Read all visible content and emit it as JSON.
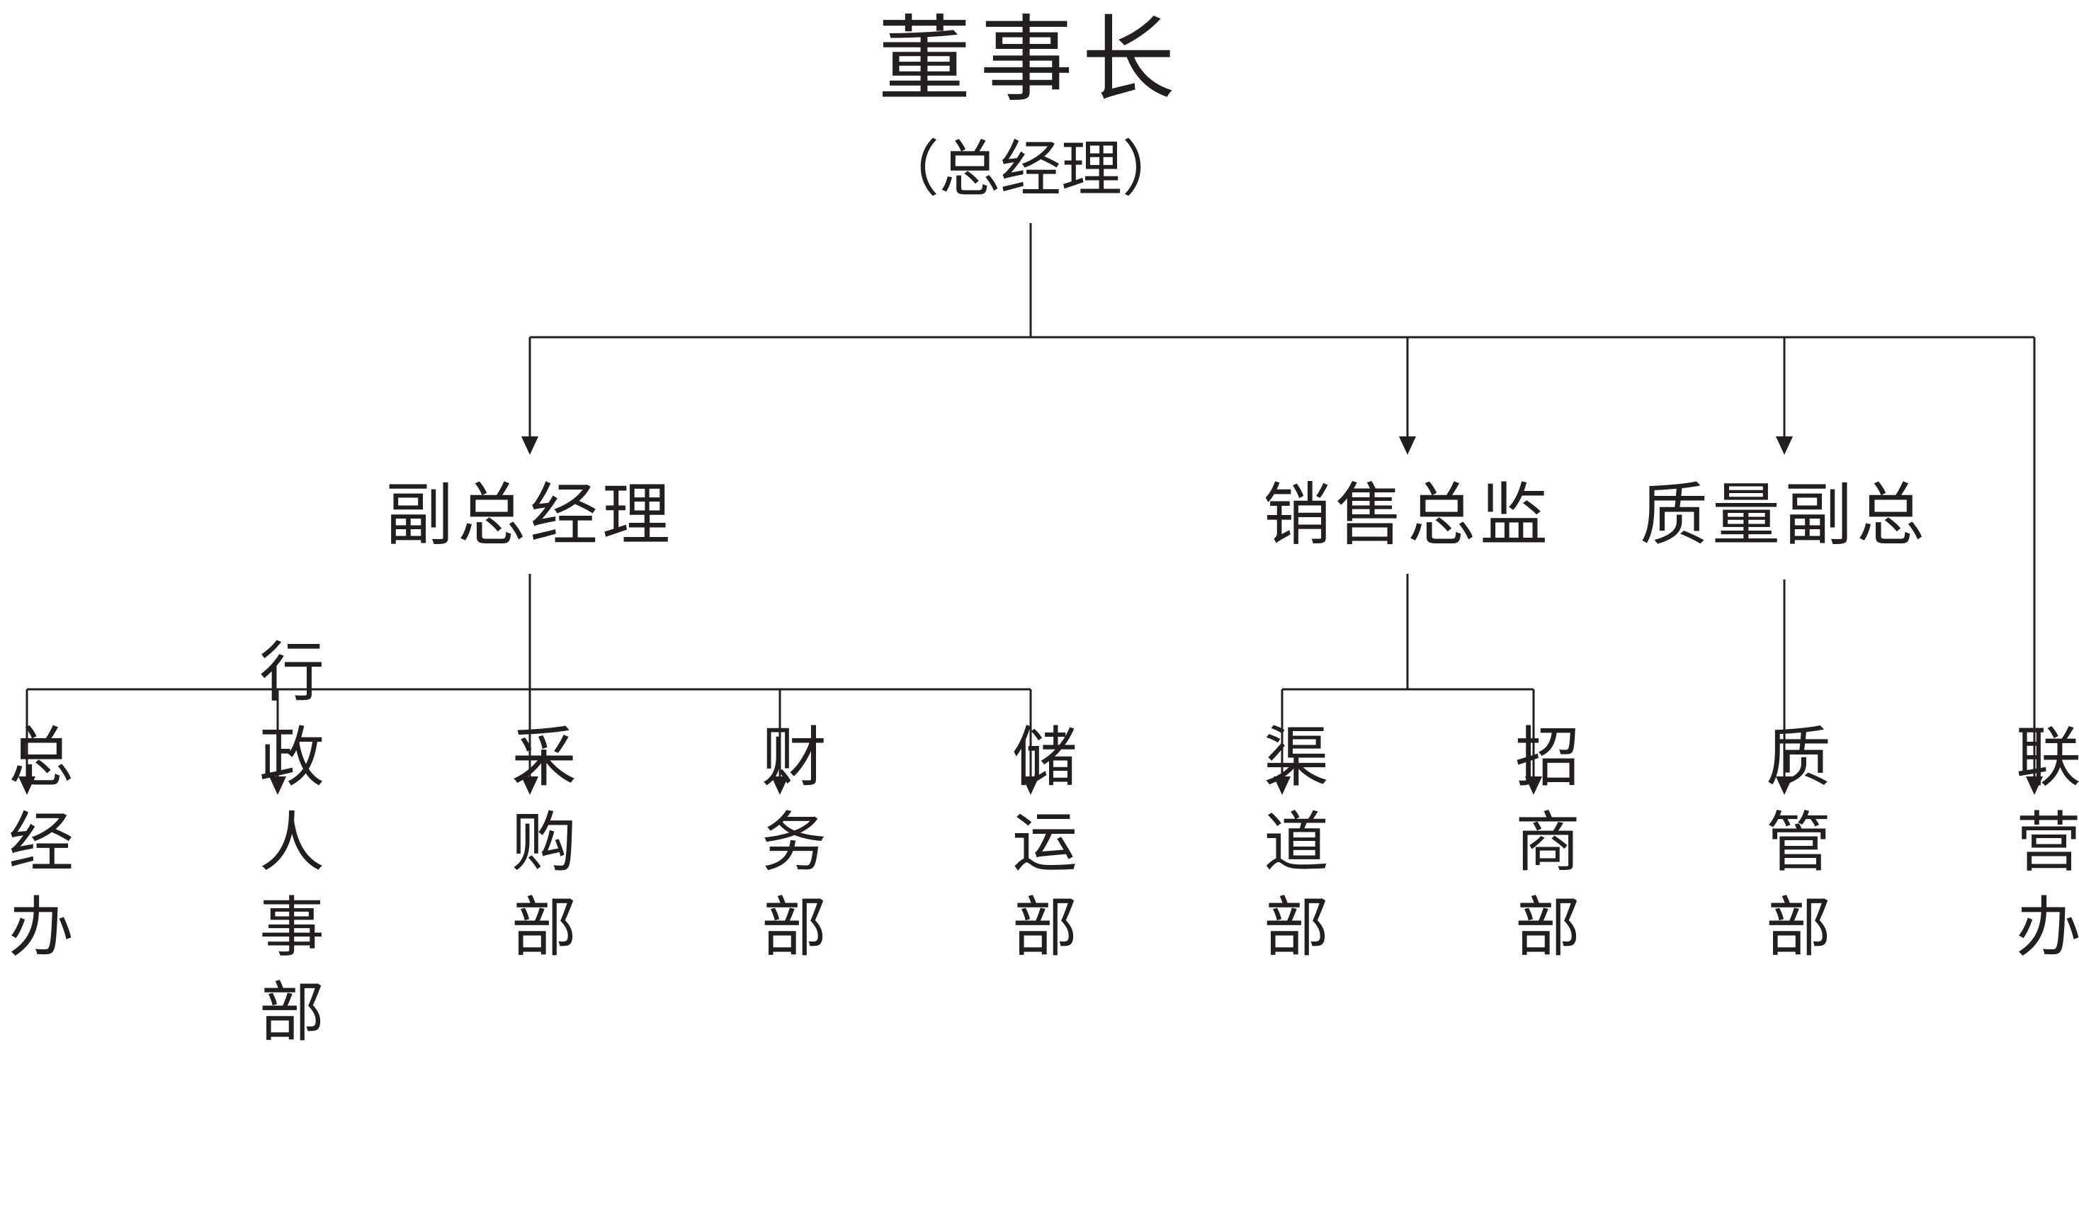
{
  "chart": {
    "root": {
      "title": "董事长",
      "subtitle": "（总经理）"
    },
    "managers": [
      {
        "id": "vice-gm",
        "label": "副总经理",
        "departments": [
          "总经办",
          "行政人事部",
          "采购部",
          "财务部",
          "储运部"
        ]
      },
      {
        "id": "sales-director",
        "label": "销售总监",
        "departments": [
          "渠道部",
          "招商部"
        ]
      },
      {
        "id": "quality-vp",
        "label": "质量副总",
        "departments": [
          "质管部"
        ]
      }
    ],
    "direct_departments": [
      "联营办"
    ]
  }
}
